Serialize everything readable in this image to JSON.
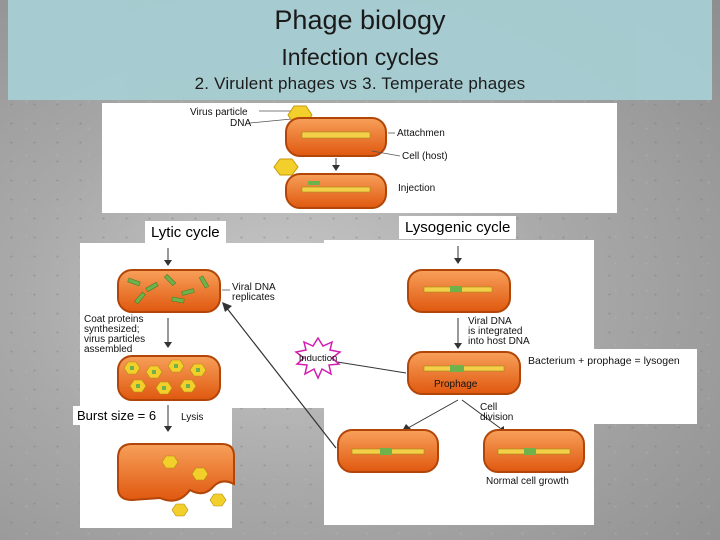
{
  "header": {
    "title": "Phage biology",
    "subtitle": "Infection cycles",
    "section": "2. Virulent phages vs 3. Temperate phages"
  },
  "top_diagram": {
    "virus_particle": "Virus particle",
    "dna": "DNA",
    "attachment": "Attachmen",
    "cell_host": "Cell (host)",
    "injection": "Injection"
  },
  "lytic": {
    "title": "Lytic cycle",
    "viral_dna_replicates": [
      "Viral DNA",
      "replicates"
    ],
    "coat_proteins": [
      "Coat proteins",
      "synthesized;",
      "virus particles",
      "assembled"
    ],
    "burst_size": "Burst size = 6",
    "lysis": "Lysis"
  },
  "lysogenic": {
    "title": "Lysogenic cycle",
    "viral_dna_integrated": [
      "Viral DNA",
      "is integrated",
      "into host DNA"
    ],
    "prophage": "Prophage",
    "lysogen_note": "Bacterium + prophage = lysogen",
    "cell_division": [
      "Cell",
      "division"
    ],
    "normal_growth": "Normal cell growth"
  },
  "induction": "Induction",
  "colors": {
    "header_bg": "#a7cfd4",
    "cell_fill": "#ee6a1a",
    "cell_inner": "#f79a4a",
    "dna_green": "#6fb14a",
    "phage_yellow": "#f2cf2a",
    "induction_magenta": "#d21db0"
  }
}
